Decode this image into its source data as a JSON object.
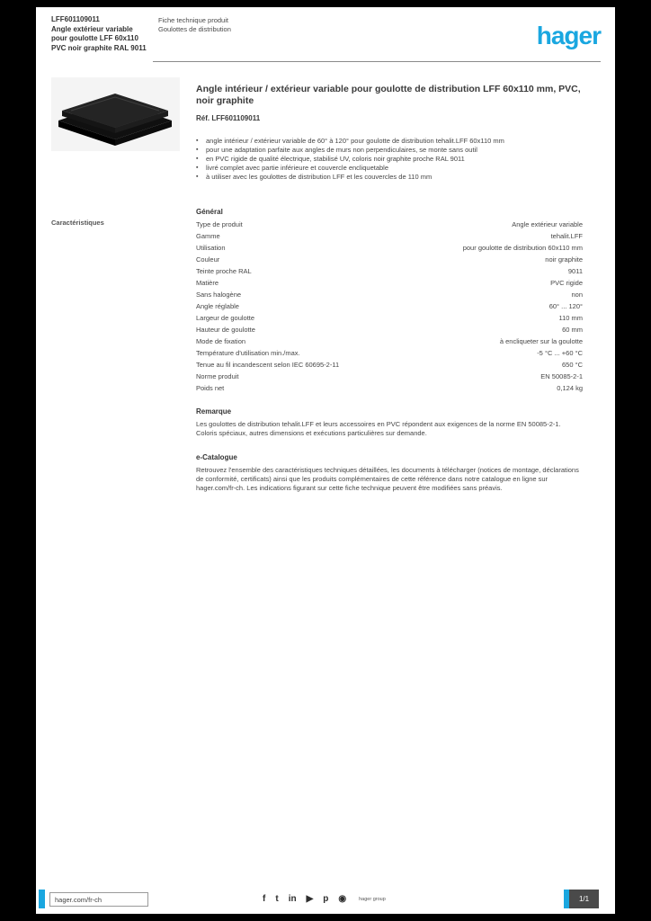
{
  "colors": {
    "accent": "#1aa7e0",
    "text": "#3f3f3f",
    "background": "#000000"
  },
  "header": {
    "product_block": [
      "LFF601109011",
      "Angle extérieur variable",
      "pour goulotte LFF 60x110",
      "PVC noir graphite RAL 9011"
    ],
    "meta": [
      "Fiche technique produit",
      "Goulottes de distribution"
    ],
    "logo": "hager"
  },
  "product": {
    "title": "Angle intérieur / extérieur variable pour goulotte de distribution LFF 60x110 mm, PVC, noir graphite",
    "reference": "Réf. LFF601109011",
    "features": [
      "angle intérieur / extérieur variable de 60° à 120° pour goulotte de distribution tehalit.LFF 60x110 mm",
      "pour une adaptation parfaite aux angles de murs non perpendiculaires, se monte sans outil",
      "en PVC rigide de qualité électrique, stabilisé UV, coloris noir graphite proche RAL 9011",
      "livré complet avec partie inférieure et couvercle encliquetable",
      "à utiliser avec les goulottes de distribution LFF et les couvercles de 110 mm"
    ]
  },
  "margin_label": "Caractéristiques",
  "specs": {
    "group_title": "Général",
    "rows": [
      {
        "label": "Type de produit",
        "value": "Angle extérieur variable"
      },
      {
        "label": "Gamme",
        "value": "tehalit.LFF"
      },
      {
        "label": "Utilisation",
        "value": "pour goulotte de distribution 60x110 mm"
      },
      {
        "label": "Couleur",
        "value": "noir graphite"
      },
      {
        "label": "Teinte proche RAL",
        "value": "9011"
      },
      {
        "label": "Matière",
        "value": "PVC rigide"
      },
      {
        "label": "Sans halogène",
        "value": "non"
      },
      {
        "label": "Angle réglable",
        "value": "60° ... 120°"
      },
      {
        "label": "Largeur de goulotte",
        "value": "110 mm"
      },
      {
        "label": "Hauteur de goulotte",
        "value": "60 mm"
      },
      {
        "label": "Mode de fixation",
        "value": "à encliqueter sur la goulotte"
      },
      {
        "label": "Température d'utilisation min./max.",
        "value": "-5 °C ... +60 °C"
      },
      {
        "label": "Tenue au fil incandescent selon IEC 60695-2-11",
        "value": "650 °C"
      },
      {
        "label": "Norme produit",
        "value": "EN 50085-2-1"
      },
      {
        "label": "Poids net",
        "value": "0,124 kg"
      }
    ]
  },
  "note": {
    "title": "Remarque",
    "text": "Les goulottes de distribution tehalit.LFF et leurs accessoires en PVC répondent aux exigences de la norme EN 50085-2-1. Coloris spéciaux, autres dimensions et exécutions particulières sur demande."
  },
  "info": {
    "title": "e-Catalogue",
    "text": "Retrouvez l'ensemble des caractéristiques techniques détaillées, les documents à télécharger (notices de montage, déclarations de conformité, certificats) ainsi que les produits complémentaires de cette référence dans notre catalogue en ligne sur hager.com/fr-ch. Les indications figurant sur cette fiche technique peuvent être modifiées sans préavis."
  },
  "footer": {
    "website": "hager.com/fr-ch",
    "social": [
      {
        "name": "facebook",
        "glyph": "f"
      },
      {
        "name": "twitter",
        "glyph": "t"
      },
      {
        "name": "linkedin",
        "glyph": "in"
      },
      {
        "name": "youtube",
        "glyph": "▶"
      },
      {
        "name": "pinterest",
        "glyph": "p"
      },
      {
        "name": "instagram",
        "glyph": "◉"
      }
    ],
    "caption": "hager group",
    "page": "1/1"
  }
}
